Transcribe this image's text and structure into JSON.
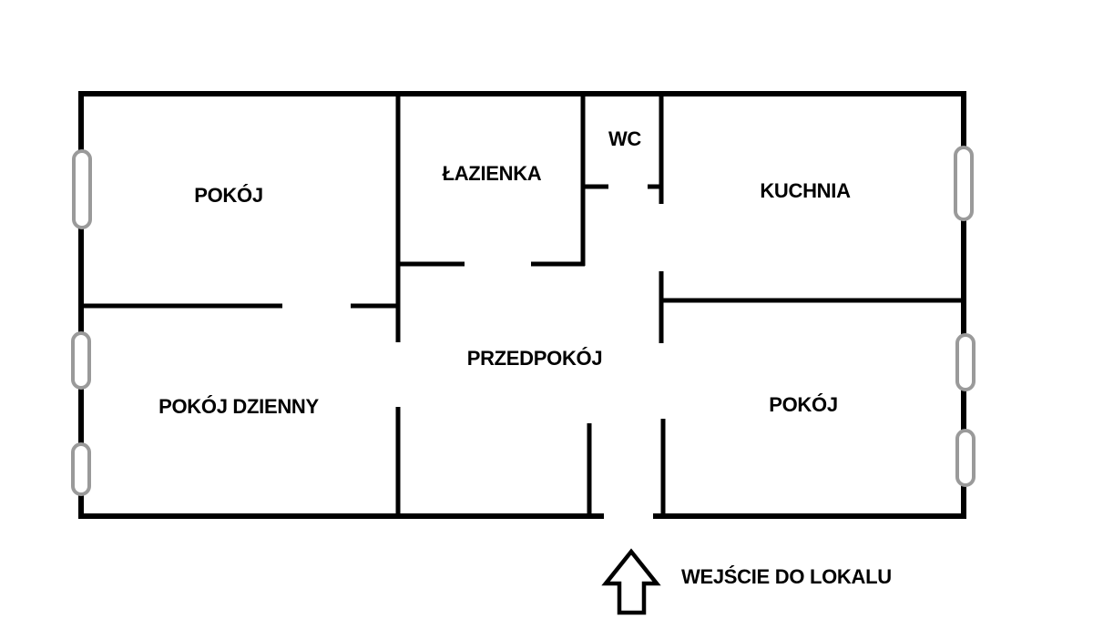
{
  "floor_plan": {
    "type": "apartment-floor-plan",
    "language": "Polish",
    "colors": {
      "walls": "#000000",
      "windows": "#9a9a9a",
      "background": "#ffffff",
      "text": "#000000"
    },
    "rooms": [
      {
        "id": "pokoj-top-left",
        "label": "POKÓJ"
      },
      {
        "id": "lazienka",
        "label": "ŁAZIENKA"
      },
      {
        "id": "wc",
        "label": "WC"
      },
      {
        "id": "kuchnia",
        "label": "KUCHNIA"
      },
      {
        "id": "przedpokoj",
        "label": "PRZEDPOKÓJ"
      },
      {
        "id": "pokoj-dzienny",
        "label": "POKÓJ DZIENNY"
      },
      {
        "id": "pokoj-bottom-right",
        "label": "POKÓJ"
      }
    ],
    "entrance": {
      "label": "WEJŚCIE DO LOKALU",
      "arrow_direction": "up"
    },
    "windows": {
      "left_wall_count": 3,
      "right_wall_count": 3,
      "total": 6
    }
  }
}
